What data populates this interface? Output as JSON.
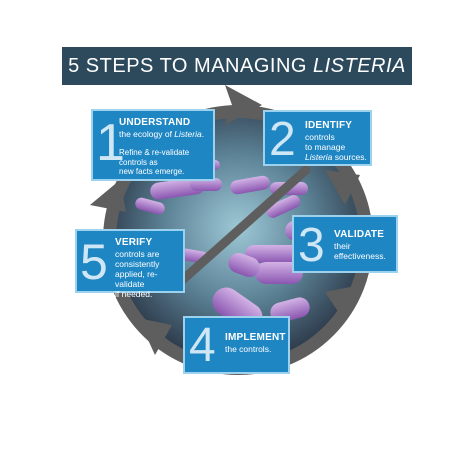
{
  "title": {
    "main": "5 STEPS TO MANAGING",
    "italic": "LISTERIA"
  },
  "steps": [
    {
      "number": "1",
      "heading": "UNDERSTAND",
      "line1_pre": "the ecology of ",
      "line1_em": "Listeria",
      "line1_post": ".",
      "note_l1": "Refine & re-validate",
      "note_l2": "controls as",
      "note_l3": "new facts emerge."
    },
    {
      "number": "2",
      "heading": "IDENTIFY",
      "l1": "controls",
      "l2": "to manage",
      "l3_em": "Listeria",
      "l3_post": " sources."
    },
    {
      "number": "3",
      "heading": "VALIDATE",
      "l1": "their",
      "l2": "effectiveness."
    },
    {
      "number": "4",
      "heading": "IMPLEMENT",
      "l1": "the controls."
    },
    {
      "number": "5",
      "heading": "VERIFY",
      "l1": "controls are",
      "l2": "consistently",
      "l3": "applied, re-validate",
      "l4": "if needed."
    }
  ],
  "colors": {
    "title_bg": "#2d4a5d",
    "box_bg": "#1f86c4",
    "arrow": "#5e5e5e",
    "bacteria": "#a877c7"
  }
}
